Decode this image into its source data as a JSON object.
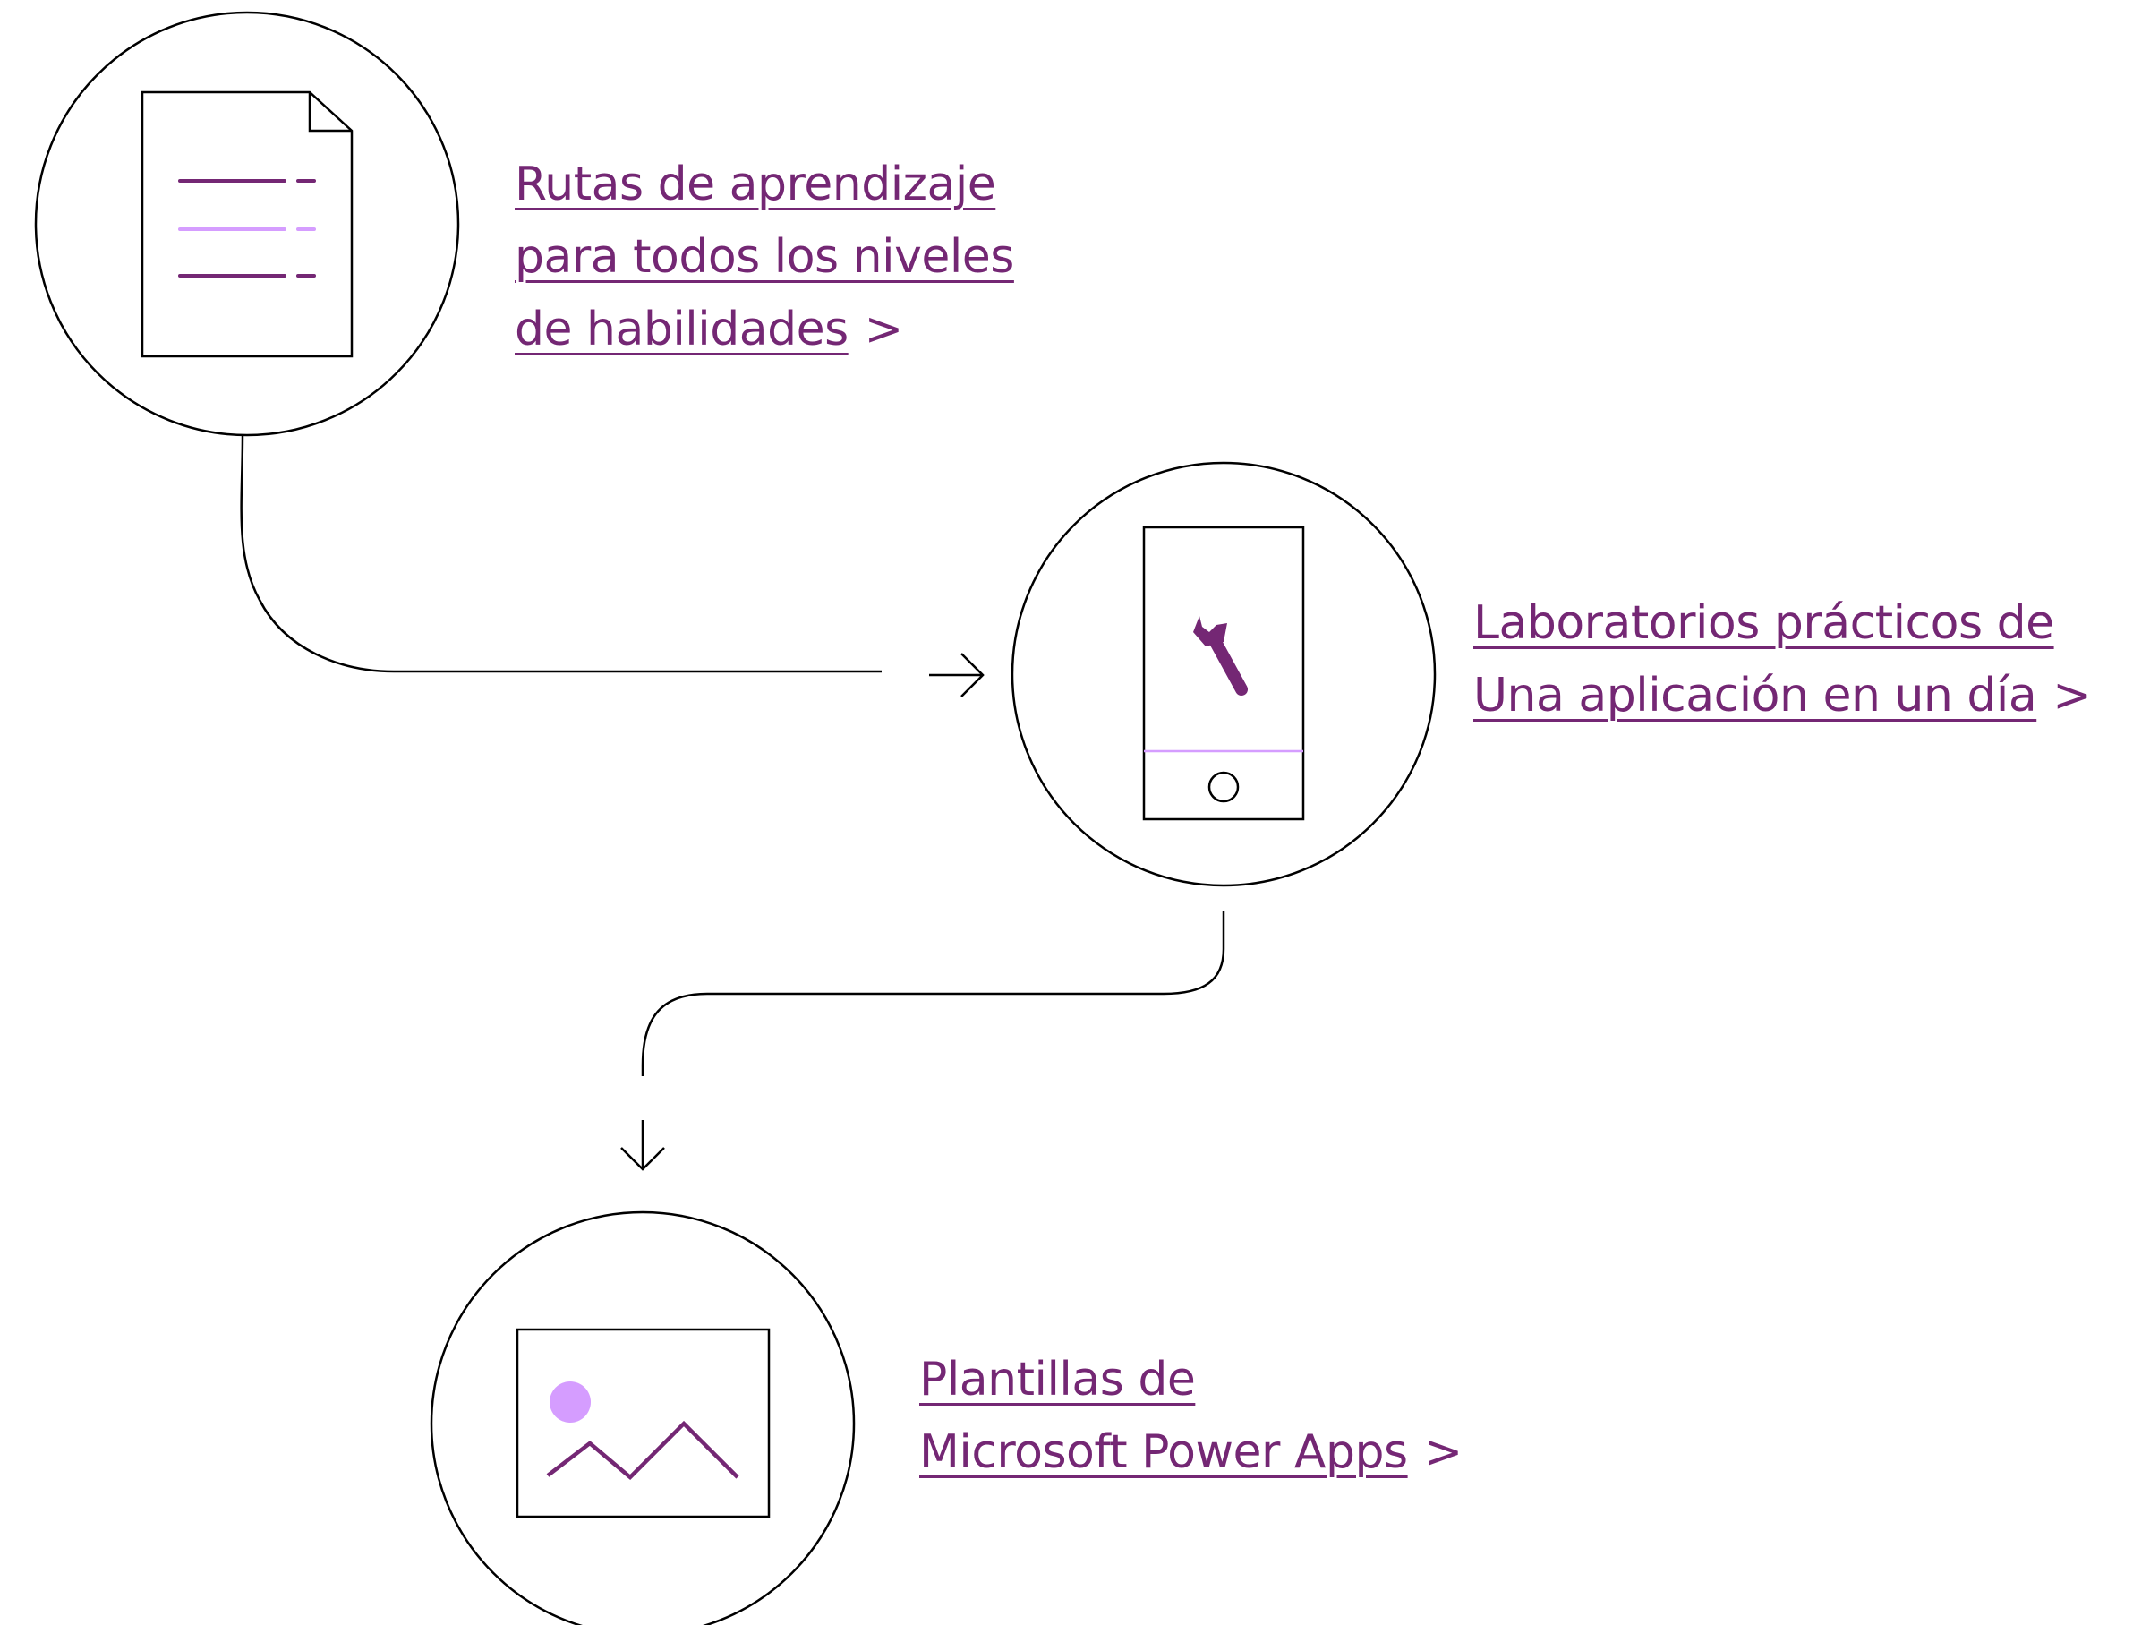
{
  "links": {
    "learning_paths": {
      "line1": "Rutas de aprendizaje ",
      "line2": "para todos los niveles ",
      "line3": "de habilidades",
      "chevron": ">"
    },
    "app_in_a_day": {
      "line1": "Laboratorios prácticos de",
      "line2": "Una aplicación en un día",
      "chevron": ">"
    },
    "templates": {
      "line1": "Plantillas de ",
      "line2": "Microsoft Power Apps",
      "chevron": ">"
    }
  },
  "icons": {
    "step1": "document-icon",
    "step2": "mobile-wrench-icon",
    "step3": "image-icon",
    "arrow1": "arrow-right-icon",
    "arrow2": "arrow-down-icon"
  },
  "colors": {
    "link": "#742774",
    "accent_dark": "#742774",
    "accent_light": "#D59DFF",
    "stroke": "#000000"
  }
}
